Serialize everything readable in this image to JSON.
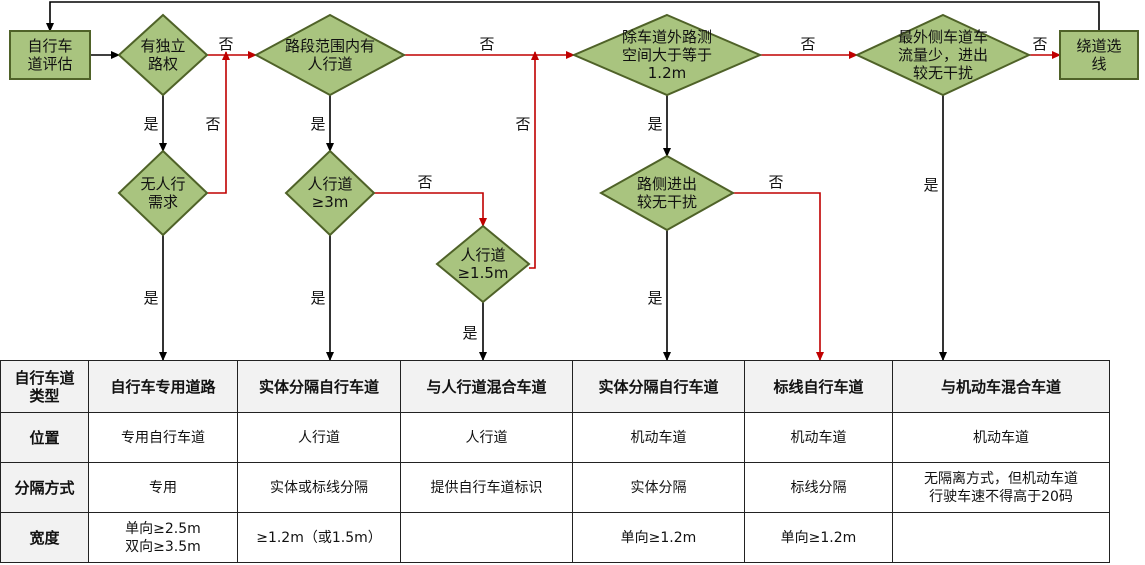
{
  "nodes": {
    "start": "自行车\n道评估",
    "q_independent": "有独立\n路权",
    "q_sidewalk_range": "路段范围内有\n人行道",
    "q_space": "除车道外路测\n空间大于等于\n1.2m",
    "q_outer_lane": "最外侧车道车\n流量少，进出\n较无干扰",
    "detour": "绕道选\n线",
    "q_no_ped": "无人行\n需求",
    "q_sidewalk_3m": "人行道\n≥3m",
    "q_sidewalk_15m": "人行道\n≥1.5m",
    "q_roadside": "路侧进出\n较无干扰"
  },
  "edge_labels": {
    "yes": "是",
    "no": "否"
  },
  "colors": {
    "node_fill": "#a9c47f",
    "node_stroke": "#4f6228",
    "yes_arrow": "#000000",
    "no_arrow": "#c00000"
  },
  "table": {
    "header": [
      "自行车道\n类型",
      "自行车专用道路",
      "实体分隔自行车道",
      "与人行道混合车道",
      "实体分隔自行车道",
      "标线自行车道",
      "与机动车混合车道"
    ],
    "rows": [
      [
        "位置",
        "专用自行车道",
        "人行道",
        "人行道",
        "机动车道",
        "机动车道",
        "机动车道"
      ],
      [
        "分隔方式",
        "专用",
        "实体或标线分隔",
        "提供自行车道标识",
        "实体分隔",
        "标线分隔",
        "无隔离方式，但机动车道\n行驶车速不得高于20码"
      ],
      [
        "宽度",
        "单向≥2.5m\n双向≥3.5m",
        "≥1.2m（或1.5m）",
        "",
        "单向≥1.2m",
        "单向≥1.2m",
        ""
      ]
    ]
  }
}
